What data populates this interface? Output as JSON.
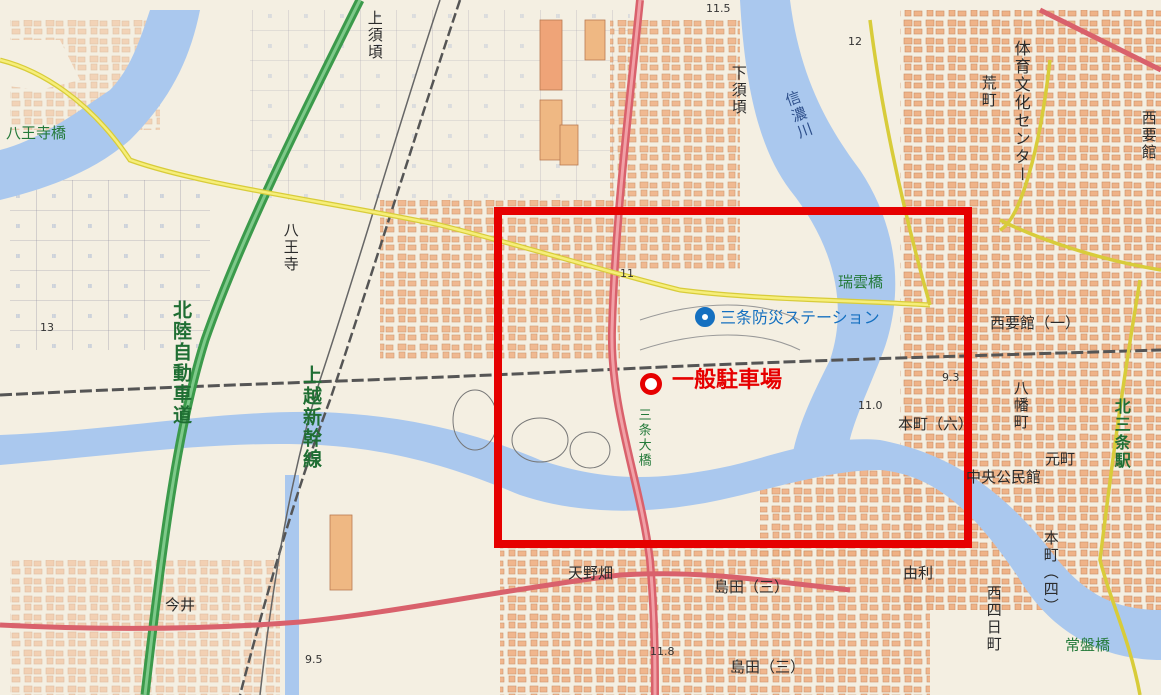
{
  "map": {
    "labels": {
      "kamisugari": "上須頃",
      "shimosugari": "下須頃",
      "shinanogawa": "信濃川",
      "taiiku": "体育文化センター",
      "arama": "荒町",
      "nishikaname": "西要館",
      "hachioujibashi": "八王寺橋",
      "hachiouji": "八王寺",
      "hokuriku": "北陸自動車道",
      "joetsu": "上越新幹線",
      "zuiunbashi": "瑞雲橋",
      "nishikaname1": "西要館（一）",
      "hachimanmachi": "八幡町",
      "honmachi": "本町（六）",
      "motomachi": "元町",
      "kitasanjo": "北三条駅",
      "chuoukouminkan": "中央公民館",
      "sanjoohashi": "三条大橋",
      "amanobata": "天野畑",
      "shimada3": "島田（三）",
      "shimada2": "島田（三）",
      "yuri": "由利",
      "nishiyokkamachi": "西四日町",
      "honmachi4": "本町（四）",
      "imai": "今井",
      "tokiwabashi": "常盤橋",
      "elev_13": "13",
      "elev_115": "11.5",
      "elev_11": "11",
      "elev_12": "12",
      "elev_110": "11.0",
      "elev_095": "9.5",
      "elev_118": "11.8",
      "elev_093": "9.3"
    },
    "markers": {
      "station_label": "三条防災ステーション",
      "parking_label": "一般駐車場"
    },
    "colors": {
      "land": "#f4efe2",
      "river": "#aac8ee",
      "building": "#efb083",
      "highway": "#3b9a4b",
      "national_road": "#d9616c",
      "prefectural_road": "#f3e84e",
      "highlight": "#e60000",
      "station_marker": "#1570c0"
    }
  }
}
